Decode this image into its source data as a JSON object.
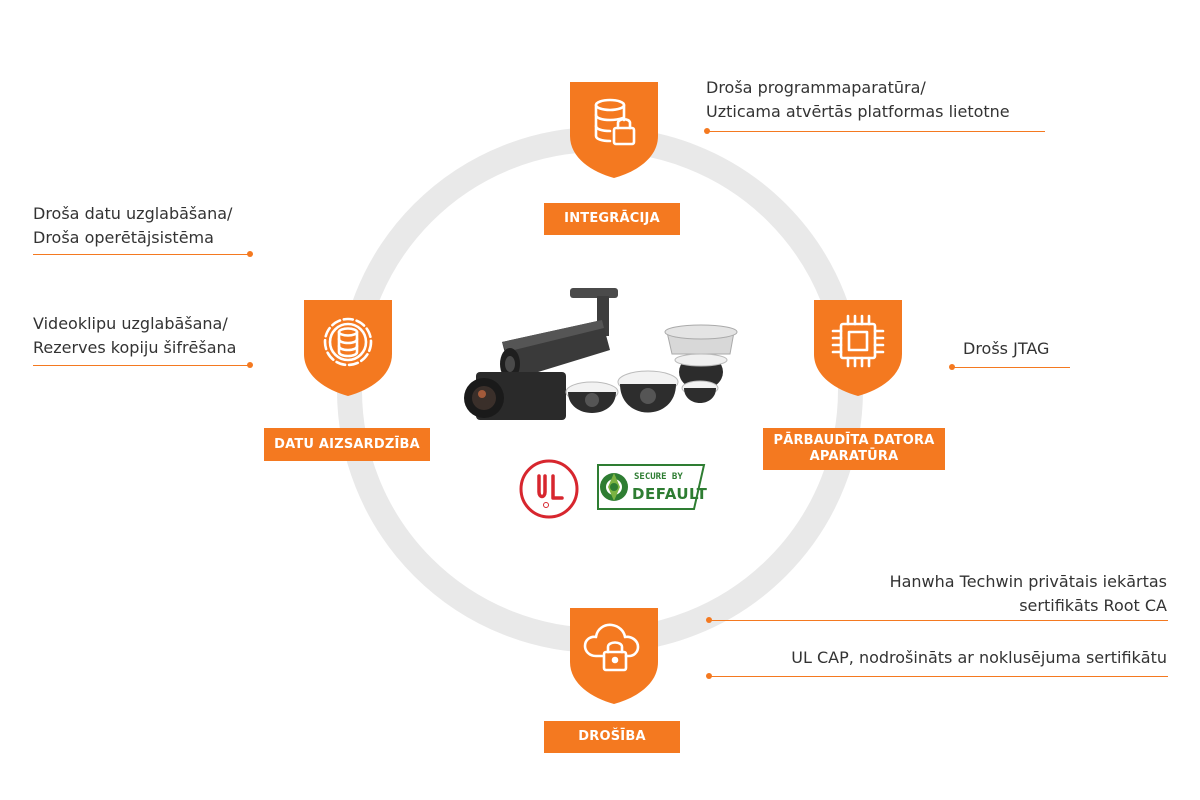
{
  "colors": {
    "accent": "#f47920",
    "ring": "#e9e9e9",
    "text": "#333333",
    "ul_red": "#d7262e",
    "sbd_green": "#2e7d32"
  },
  "nodes": [
    {
      "id": "integracija",
      "label": "INTEGRĀCIJA",
      "icon": "database-lock-icon"
    },
    {
      "id": "datu",
      "label": "DATU AIZSARDZĪBA",
      "icon": "database-gear-icon"
    },
    {
      "id": "aparatura",
      "label_lines": [
        "PĀRBAUDĪTA DATORA",
        "APARATŪRA"
      ],
      "icon": "chip-icon"
    },
    {
      "id": "drosiba",
      "label": "DROŠĪBA",
      "icon": "cloud-lock-icon"
    }
  ],
  "notes": {
    "firmware": [
      "Droša programmaparatūra/",
      "Uzticama atvērtās platformas lietotne"
    ],
    "storage": [
      "Droša datu uzglabāšana/",
      "Droša operētājsistēma"
    ],
    "clips": [
      "Videoklipu uzglabāšana/",
      "Rezerves kopiju šifrēšana"
    ],
    "jtag": [
      "Drošs JTAG"
    ],
    "rootca": [
      "Hanwha Techwin privātais iekārtas",
      "sertifikāts Root CA"
    ],
    "ulcap": [
      "UL CAP, nodrošināts ar noklusējuma sertifikātu"
    ]
  },
  "logos": {
    "ul": {
      "text": "UL",
      "mark": "®"
    },
    "secure_by_default": {
      "line1": "SECURE BY",
      "line2": "DEFAULT"
    }
  }
}
